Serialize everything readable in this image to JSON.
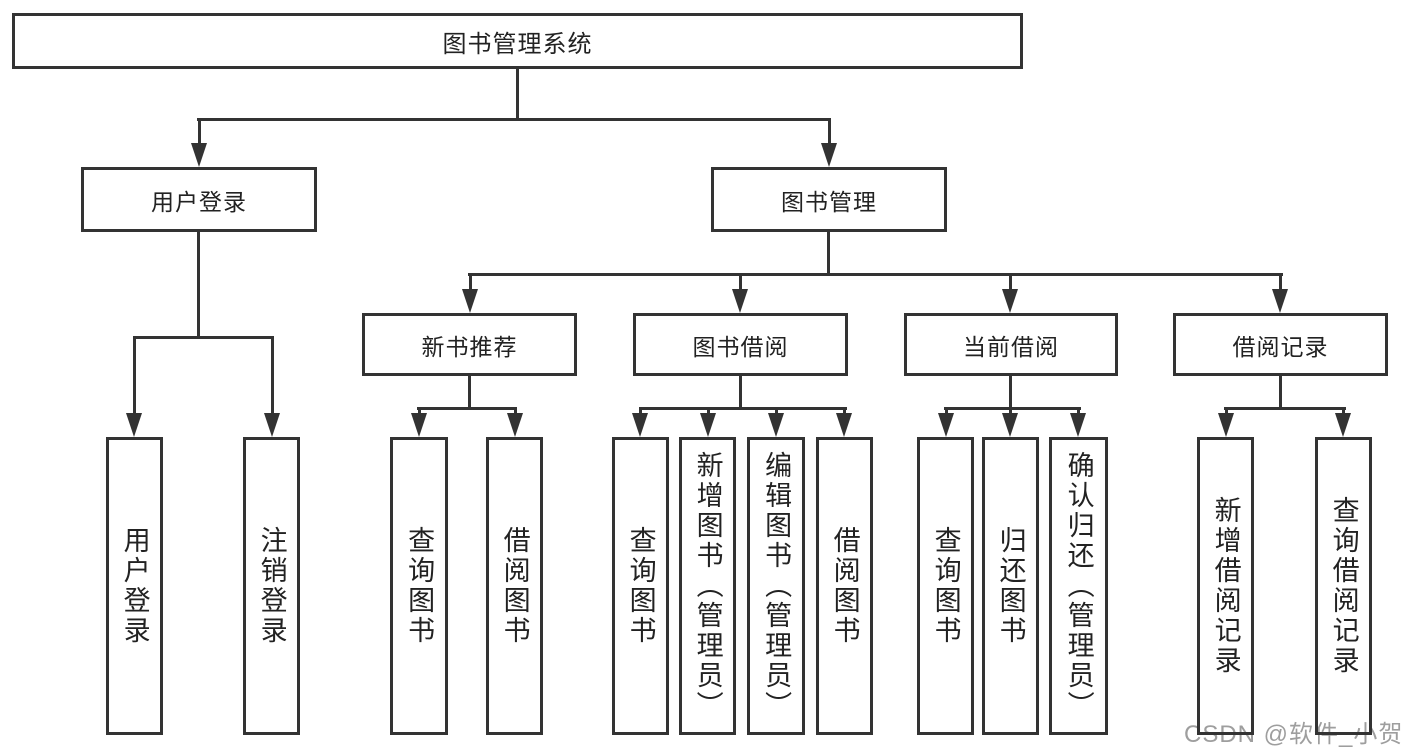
{
  "tree": {
    "root": {
      "label": "图书管理系统"
    },
    "branches": {
      "user_login": {
        "label": "用户登录",
        "children": [
          "用户登录",
          "注销登录"
        ]
      },
      "book_mgmt": {
        "label": "图书管理",
        "sections": {
          "new_books": {
            "label": "新书推荐",
            "children": [
              "查询图书",
              "借阅图书"
            ]
          },
          "book_borrow": {
            "label": "图书借阅",
            "children": [
              "查询图书",
              "新增图书（管理员）",
              "编辑图书（管理员）",
              "借阅图书"
            ]
          },
          "current_borrow": {
            "label": "当前借阅",
            "children": [
              "查询图书",
              "归还图书",
              "确认归还（管理员）"
            ]
          },
          "borrow_records": {
            "label": "借阅记录",
            "children": [
              "新增借阅记录",
              "查询借阅记录"
            ]
          }
        }
      }
    }
  },
  "watermark": "CSDN @软件_小贺同学",
  "colors": {
    "line": "#333333",
    "text": "#222222",
    "watermark": "#9e9e9e",
    "background": "#ffffff"
  }
}
